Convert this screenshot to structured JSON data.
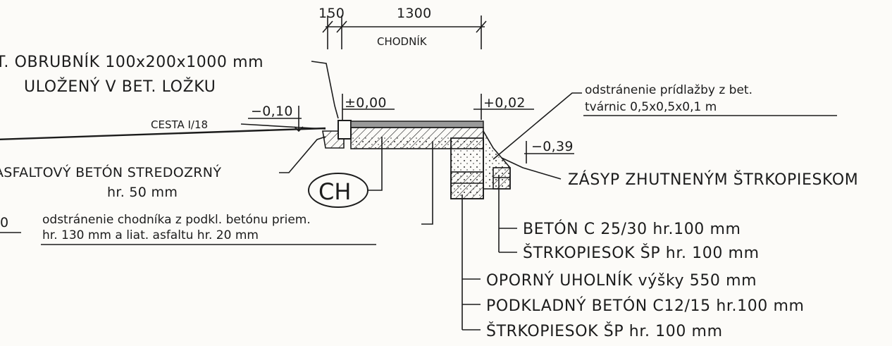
{
  "dimensions": {
    "curb_width": "150",
    "sidewalk_width": "1300",
    "sidewalk_label": "CHODNÍK"
  },
  "elevations": {
    "left": "±0,00",
    "right": "+0,02",
    "road": "−0,10",
    "toe": "−0,39"
  },
  "labels": {
    "curb_line1": "T. OBRUBNÍK 100x200x1000 mm",
    "curb_line2": "ULOŽENÝ V BET. LOŽKU",
    "road_name": "CESTA I/18",
    "asphalt_line1": "ASFALTOVÝ BETÓN STREDOZRNÝ",
    "asphalt_line2": "hr. 50 mm",
    "removal_sidewalk_line1": "odstránenie chodníka z podkl. betónu priem.",
    "removal_sidewalk_line2": "hr. 130 mm a liat. asfaltu hr. 20 mm",
    "left_cut_digit": "0",
    "removal_paving_line1": "odstránenie prídlažby z bet.",
    "removal_paving_line2": "tvárnic 0,5x0,5x0,1 m",
    "backfill": "ZÁSYP ZHUTNENÝM ŠTRKOPIESKOM",
    "concrete": "BETÓN C 25/30 hr.100 mm",
    "gravel1": "ŠTRKOPIESOK ŠP hr. 100 mm",
    "angle_wall": "OPORNÝ UHOLNÍK výšky 550 mm",
    "base_concrete": "PODKLADNÝ BETÓN C12/15 hr.100 mm",
    "gravel2": "ŠTRKOPIESOK ŠP hr. 100 mm",
    "section_mark": "CH"
  }
}
